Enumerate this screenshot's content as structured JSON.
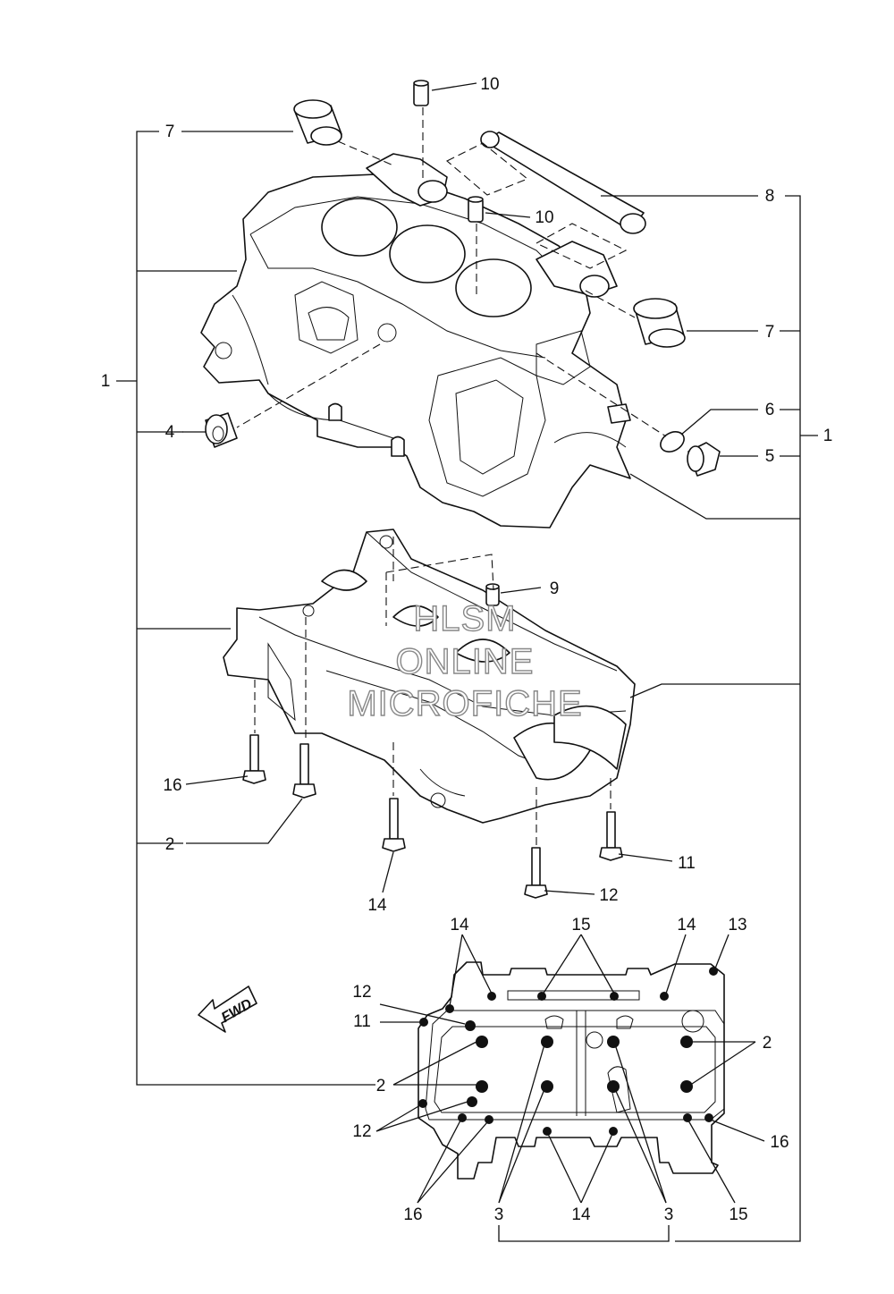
{
  "callouts": {
    "c1_left": "1",
    "c1_right": "1",
    "c2_left": "2",
    "c2_bottom_left": "2",
    "c2_bottom_right": "2",
    "c3_left": "3",
    "c3_right": "3",
    "c4": "4",
    "c5": "5",
    "c6": "6",
    "c7_top": "7",
    "c7_right": "7",
    "c8": "8",
    "c9": "9",
    "c10_top": "10",
    "c10_mid": "10",
    "c11_parts": "11",
    "c11_plan": "11",
    "c12_parts": "12",
    "c12_plan_top": "12",
    "c12_plan_bottom": "12",
    "c13": "13",
    "c14_parts": "14",
    "c14_plan_left": "14",
    "c14_plan_right": "14",
    "c14_plan_bottom": "14",
    "c15_plan_top": "15",
    "c15_plan_bottom": "15",
    "c16_parts": "16",
    "c16_plan_right": "16",
    "c16_plan_left": "16"
  },
  "fwd_label": "FWD",
  "watermark": {
    "line1": "HLSM",
    "line2": "ONLINE",
    "line3": "MICROFICHE"
  }
}
